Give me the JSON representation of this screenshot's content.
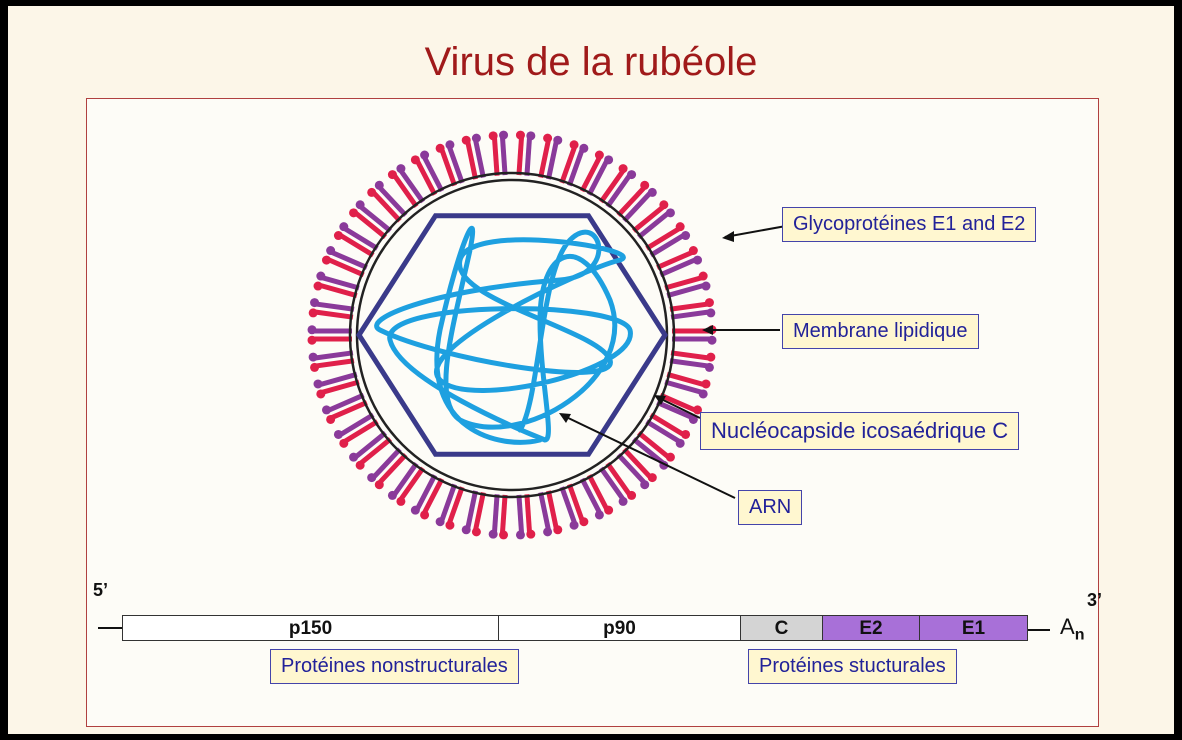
{
  "title": "Virus de la rubéole",
  "labels": {
    "glyco": "Glycoprotéines E1 and E2",
    "membrane": "Membrane lipidique",
    "nucleo": "Nucléocapside icosaédrique  C",
    "arn": "ARN"
  },
  "genome": {
    "five_prime": "5’",
    "three_prime": "3’",
    "tail_main": "A",
    "tail_sub": "n",
    "segments": {
      "p150": "p150",
      "p90": "p90",
      "c": "C",
      "e2": "E2",
      "e1": "E1"
    },
    "nonstructural_label": "Protéines nonstructurales",
    "structural_label": "Protéines stucturales"
  },
  "colors": {
    "title": "#a01a1a",
    "spike_red": "#e0204a",
    "spike_purple": "#8a3a9a",
    "hexagon": "#3a3a8a",
    "rna": "#1ea0e0",
    "structural_segment": "#a870d8",
    "capsid_segment": "#d4d4d4"
  }
}
